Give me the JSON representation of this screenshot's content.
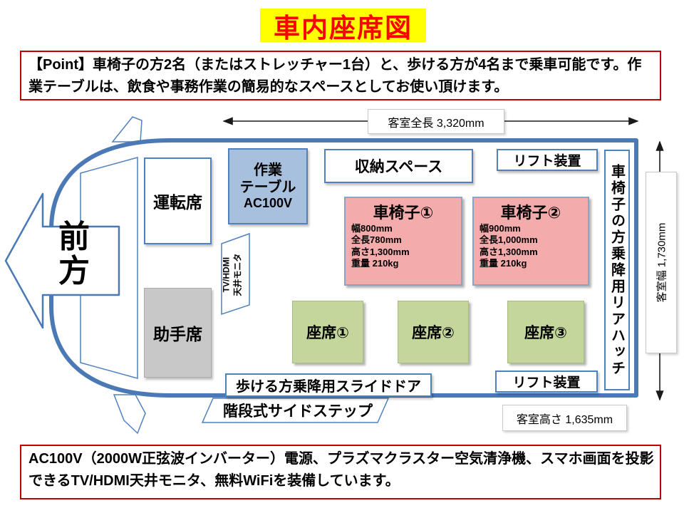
{
  "title": "車内座席図",
  "point_note": "【Point】車椅子の方2名（またはストレッチャー1台）と、歩ける方が4名まで乗車可能です。作業テーブルは、飲食や事務作業の簡易的なスペースとしてお使い頂けます。",
  "bottom_note": "AC100V（2000W正弦波インバーター）電源、プラズマクラスター空気清浄機、スマホ画面を投影できるTV/HDMI天井モニタ、無料WiFiを装備しています。",
  "dimensions": {
    "length": "客室全長  3,320mm",
    "width": "客室幅  1,730mm",
    "height": "客室高さ  1,635mm"
  },
  "direction": {
    "front": "前方"
  },
  "cab": {
    "driver": "運転席",
    "passenger": "助手席"
  },
  "cabin": {
    "work_table": {
      "line1": "作業",
      "line2": "テーブル",
      "line3": "AC100V"
    },
    "storage": "収納スペース",
    "lift_top": "リフト装置",
    "lift_bottom": "リフト装置",
    "tv_monitor": {
      "line1": "TV/HDMI",
      "line2": "天井モニタ"
    },
    "wheelchair1": {
      "title": "車椅子①",
      "specs": [
        "幅800mm",
        "全長780mm",
        "高さ1,300mm",
        "重量 210kg"
      ]
    },
    "wheelchair2": {
      "title": "車椅子②",
      "specs": [
        "幅900mm",
        "全長1,000mm",
        "高さ1,300mm",
        "重量 210kg"
      ]
    },
    "seats": [
      "座席①",
      "座席②",
      "座席③"
    ],
    "slide_door": "歩ける方乗降用スライドドア",
    "rear_hatch": "車椅子の方乗降用リアハッチ",
    "side_step": "階段式サイドステップ"
  },
  "colors": {
    "title_bg": "#FFFF00",
    "title_fg": "#FF0000",
    "note_border": "#C00000",
    "vehicle_outline": "#4A79B5",
    "box_border_blue": "#4F81BD",
    "work_table_fill": "#A7C0DE",
    "wheelchair_fill": "#F4ABAB",
    "seat_fill": "#C3D69B",
    "passenger_seat_fill": "#C8C8C8",
    "dimension_line": "#1a1a1a"
  }
}
